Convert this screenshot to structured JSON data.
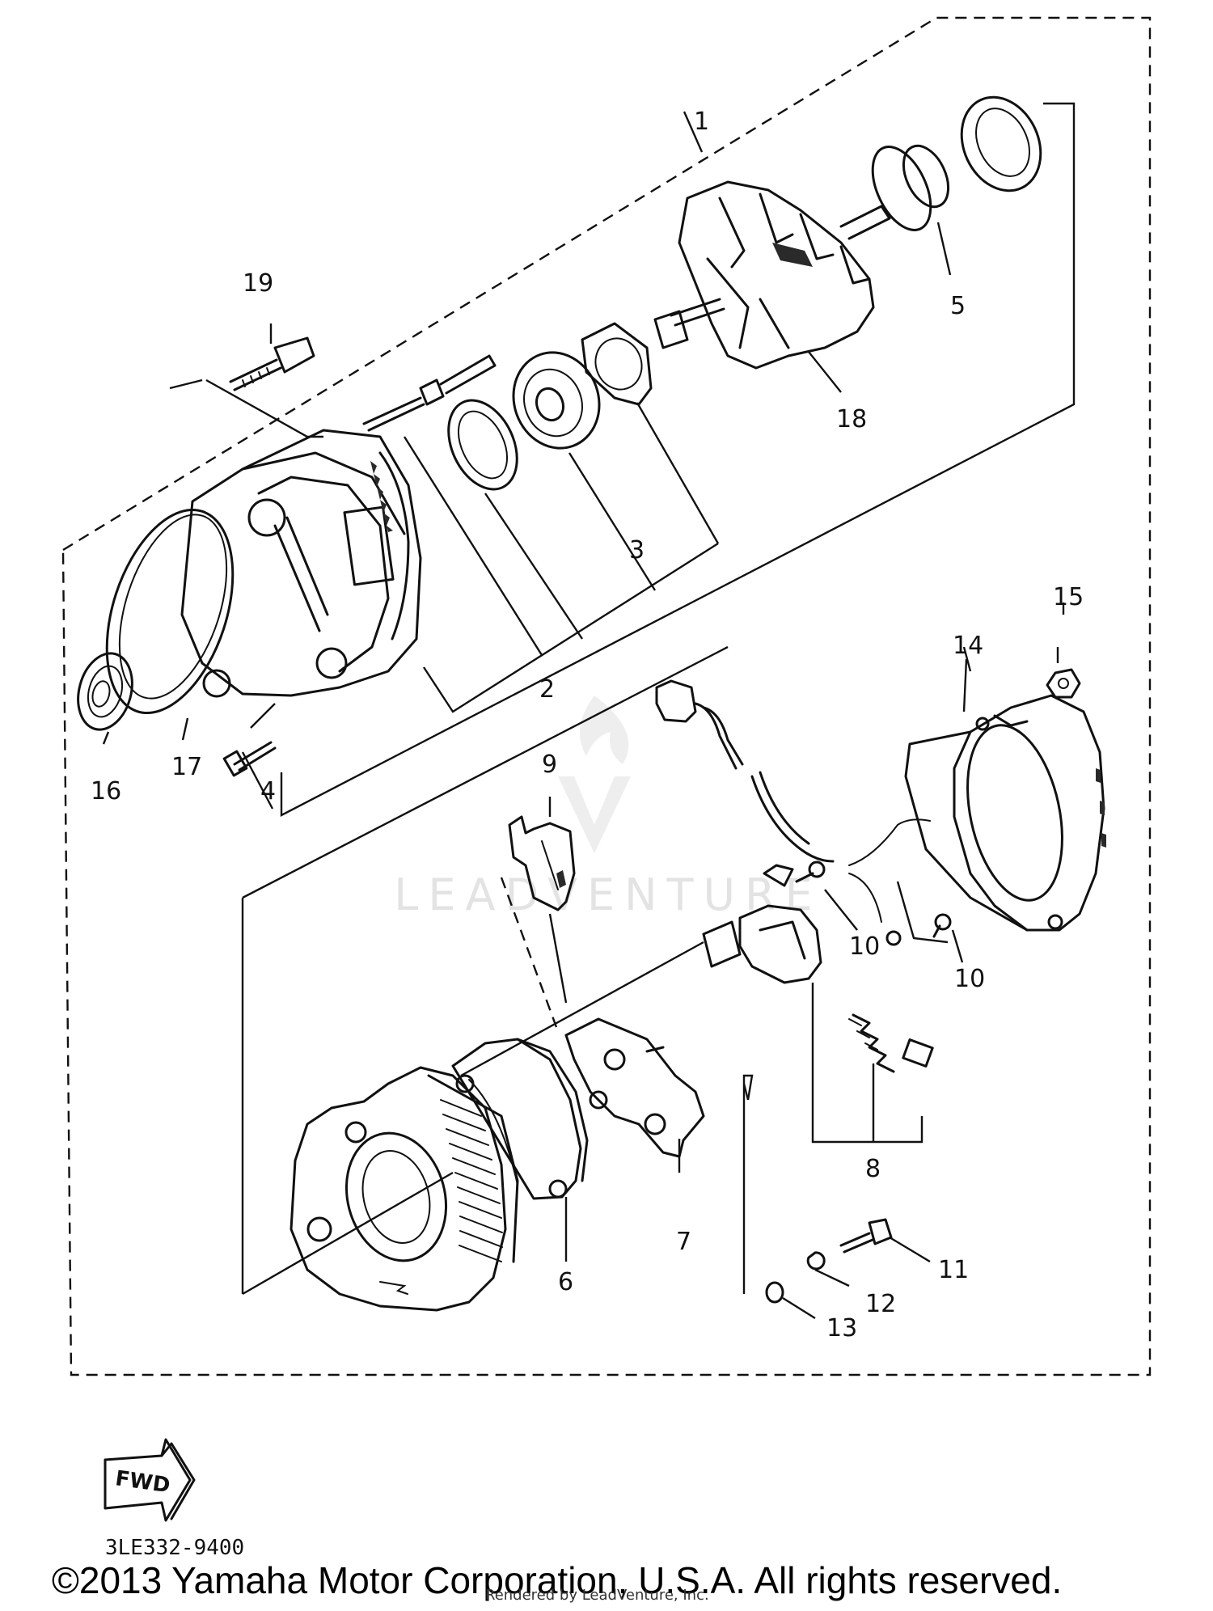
{
  "callouts": {
    "c1": "1",
    "c2": "2",
    "c3": "3",
    "c4": "4",
    "c5": "5",
    "c6": "6",
    "c7": "7",
    "c8": "8",
    "c9": "9",
    "c10a": "10",
    "c10b": "10",
    "c11": "11",
    "c12": "12",
    "c13": "13",
    "c14": "14",
    "c15": "15",
    "c16": "16",
    "c17": "17",
    "c18": "18",
    "c19": "19"
  },
  "watermark": {
    "text": "LEADVENTURE"
  },
  "direction_marker": {
    "label": "FWD",
    "icon": "fwd-arrow-icon"
  },
  "diagram_code": "3LE332-9400",
  "copyright": "©2013 Yamaha Motor Corporation, U.S.A. All rights reserved.",
  "rendered_by": "Rendered by LeadVenture, Inc.",
  "colors": {
    "ink": "#111111",
    "watermark": "#e3e3e3",
    "background": "#ffffff"
  }
}
